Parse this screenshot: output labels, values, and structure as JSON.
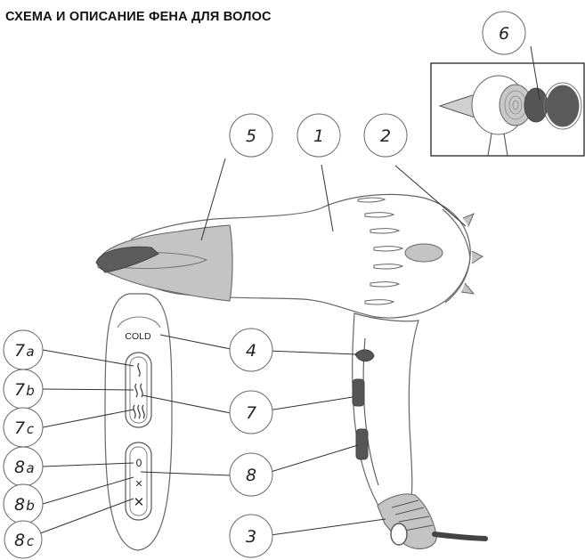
{
  "title": "СХЕМА И ОПИСАНИЕ ФЕНА ДЛЯ ВОЛОС",
  "callouts": [
    {
      "id": "1",
      "num": "1",
      "sub": ""
    },
    {
      "id": "2",
      "num": "2",
      "sub": ""
    },
    {
      "id": "3",
      "num": "3",
      "sub": ""
    },
    {
      "id": "4",
      "num": "4",
      "sub": ""
    },
    {
      "id": "5",
      "num": "5",
      "sub": ""
    },
    {
      "id": "6",
      "num": "6",
      "sub": ""
    },
    {
      "id": "7",
      "num": "7",
      "sub": ""
    },
    {
      "id": "8",
      "num": "8",
      "sub": ""
    },
    {
      "id": "7a",
      "num": "7",
      "sub": "a"
    },
    {
      "id": "7b",
      "num": "7",
      "sub": "b"
    },
    {
      "id": "7c",
      "num": "7",
      "sub": "c"
    },
    {
      "id": "8a",
      "num": "8",
      "sub": "a"
    },
    {
      "id": "8b",
      "num": "8",
      "sub": "b"
    },
    {
      "id": "8c",
      "num": "8",
      "sub": "c"
    }
  ],
  "panel": {
    "cold_label": "COLD",
    "speed_zero": "0"
  },
  "colors": {
    "shading": "#c4c4c4",
    "dark": "#555555",
    "outline": "#666666"
  }
}
